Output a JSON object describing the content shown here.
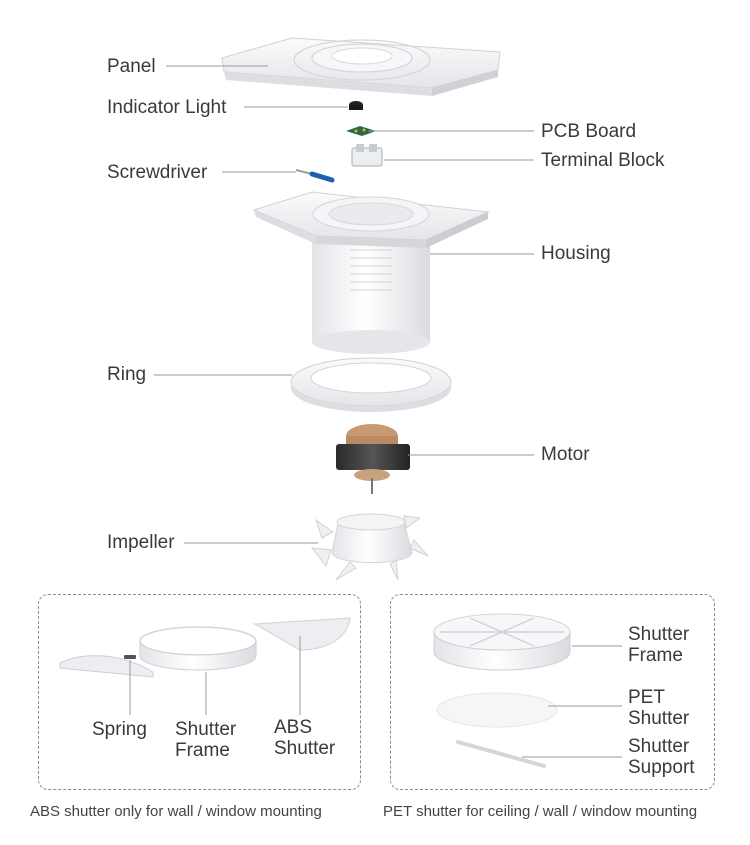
{
  "parts": {
    "panel": "Panel",
    "indicator_light": "Indicator Light",
    "pcb_board": "PCB Board",
    "terminal_block": "Terminal Block",
    "screwdriver": "Screwdriver",
    "housing": "Housing",
    "ring": "Ring",
    "motor": "Motor",
    "impeller": "Impeller"
  },
  "abs_kit": {
    "spring": "Spring",
    "shutter_frame": "Shutter\nFrame",
    "abs_shutter": "ABS\nShutter",
    "caption": "ABS shutter only for wall / window mounting"
  },
  "pet_kit": {
    "shutter_frame": "Shutter\nFrame",
    "pet_shutter": "PET\nShutter",
    "shutter_support": "Shutter\nSupport",
    "caption": "PET shutter for ceiling / wall / window mounting"
  },
  "colors": {
    "plastic": "#f1f2f4",
    "plastic_shadow": "#d6d8dc",
    "motor_core": "#3a3a3a",
    "motor_copper": "#c79a74",
    "pcb_green": "#2e6b3a",
    "screwdriver_blue": "#1f5fb0",
    "leader_line": "#9a9a9a",
    "text": "#3a3a3a"
  }
}
